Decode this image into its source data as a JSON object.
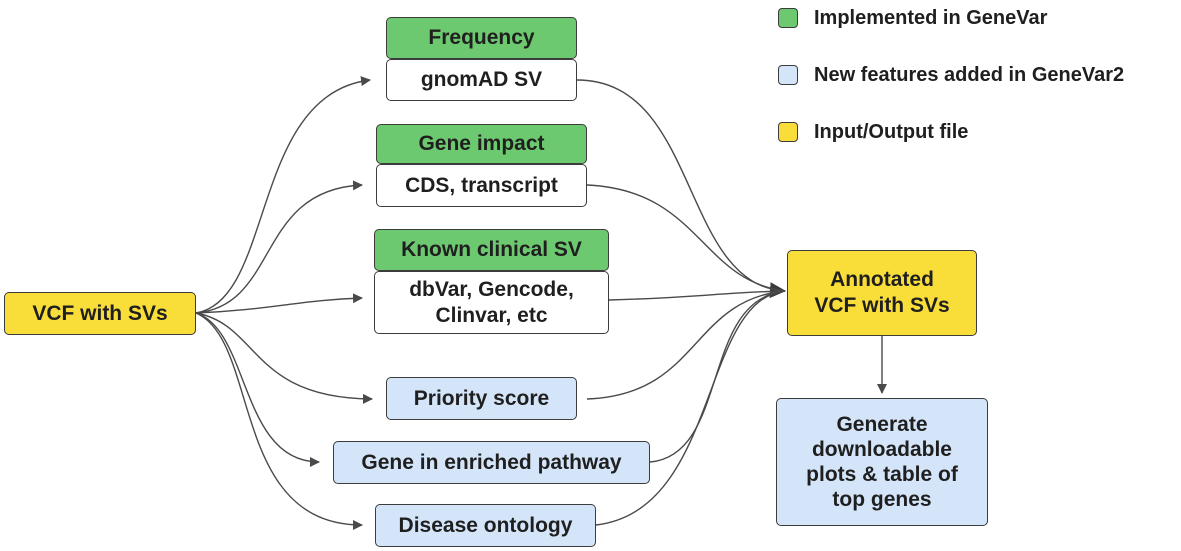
{
  "colors": {
    "implemented": "#6cc96f",
    "new_feature": "#d4e5fa",
    "io_file": "#f9dd38",
    "plain": "#ffffff",
    "edge": "#4a4a4a"
  },
  "legend": [
    {
      "label": "Implemented in GeneVar",
      "color": "#6cc96f"
    },
    {
      "label": "New features added in GeneVar2",
      "color": "#d4e5fa"
    },
    {
      "label": "Input/Output file",
      "color": "#f9dd38"
    }
  ],
  "nodes": {
    "input": "VCF with SVs",
    "frequency_header": "Frequency",
    "frequency_body": "gnomAD SV",
    "gene_impact_header": "Gene impact",
    "gene_impact_body": "CDS, transcript",
    "clinical_header": "Known clinical SV",
    "clinical_body": "dbVar, Gencode,\nClinvar, etc",
    "priority": "Priority score",
    "pathway": "Gene in enriched pathway",
    "disease": "Disease ontology",
    "output": "Annotated\nVCF with SVs",
    "plots": "Generate\ndownloadable\nplots & table of\ntop genes"
  }
}
